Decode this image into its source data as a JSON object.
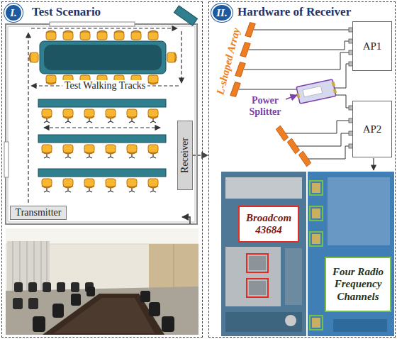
{
  "diagram": {
    "nodes": [
      {
        "text": [
          "Test Scenario"
        ]
      },
      {
        "text": [
          "I."
        ],
        "in": 0
      },
      {
        "text": [
          "Receiver"
        ],
        "in": 0
      },
      {
        "text": [
          "Transmitter"
        ],
        "in": 0
      },
      {
        "text": [
          "Hardware of Receiver"
        ]
      },
      {
        "text": [
          "II."
        ],
        "in": 4
      },
      {
        "text": [
          "AP1"
        ],
        "in": 4
      },
      {
        "text": [
          "AP2"
        ],
        "in": 4
      },
      {
        "text": [
          "Broadcom 43684"
        ],
        "in": 4
      },
      {
        "text": [
          "Four Radio Frequency Channels"
        ],
        "in": 4
      }
    ],
    "edges": [
      {
        "from": 2,
        "to": 4,
        "arrow": "to"
      }
    ],
    "labels": [
      "Test Walking Tracks",
      "L-shaped Array",
      "Power Splitter"
    ]
  }
}
